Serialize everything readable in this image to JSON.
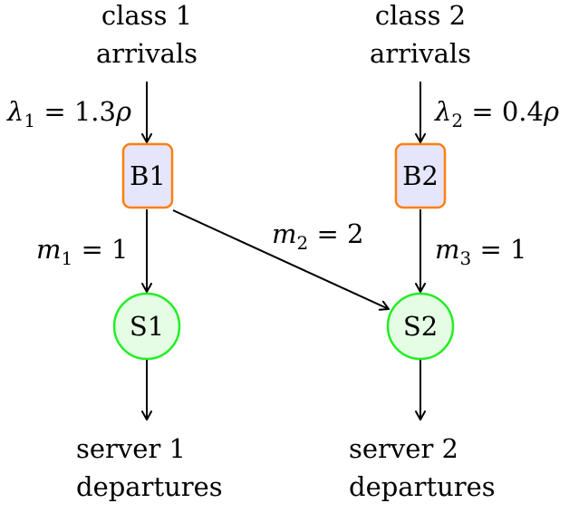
{
  "diagram": {
    "class1": {
      "line1": "class 1",
      "line2": "arrivals"
    },
    "class2": {
      "line1": "class 2",
      "line2": "arrivals"
    },
    "server1_departures": {
      "line1": "server 1",
      "line2": "departures"
    },
    "server2_departures": {
      "line1": "server 2",
      "line2": "departures"
    },
    "buffers": [
      {
        "id": "B1",
        "label": "B1"
      },
      {
        "id": "B2",
        "label": "B2"
      }
    ],
    "servers": [
      {
        "id": "S1",
        "label": "S1"
      },
      {
        "id": "S2",
        "label": "S2"
      }
    ],
    "rates": {
      "lambda1": {
        "symbol": "λ",
        "sub": "1",
        "rest": " = 1.3",
        "var": "ρ"
      },
      "lambda2": {
        "symbol": "λ",
        "sub": "2",
        "rest": " = 0.4",
        "var": "ρ"
      },
      "m1": {
        "symbol": "m",
        "sub": "1",
        "rest": " = 1"
      },
      "m2": {
        "symbol": "m",
        "sub": "2",
        "rest": " = 2"
      },
      "m3": {
        "symbol": "m",
        "sub": "3",
        "rest": " = 1"
      }
    },
    "colors": {
      "buffer_fill": "#e5e5fb",
      "buffer_stroke": "#ff7f0e",
      "server_fill": "#e5fde5",
      "server_stroke": "#22ee22",
      "arrow": "#000000"
    }
  }
}
